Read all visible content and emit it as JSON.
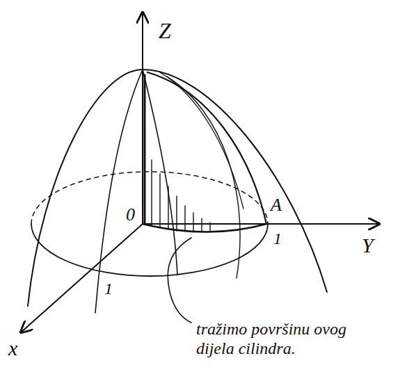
{
  "diagram": {
    "labels": [
      "Z",
      "0",
      "A",
      "1",
      "Y",
      "1",
      "x",
      "tražimo površinu ovog dijela cilindra."
    ]
  }
}
